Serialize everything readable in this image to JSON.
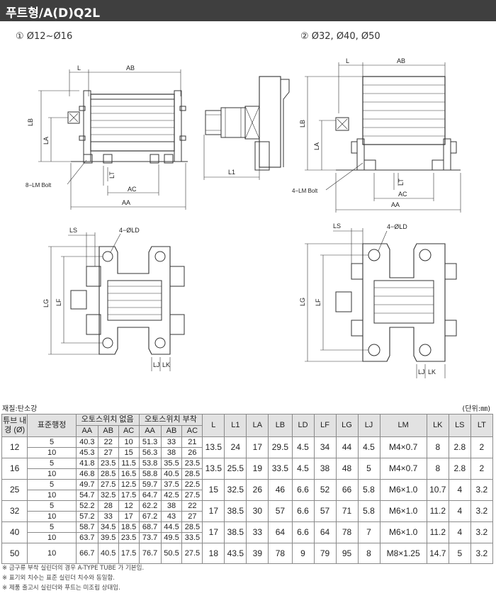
{
  "title": "푸트형/A(D)Q2L",
  "sections": {
    "left": "① Ø12~Ø16",
    "right": "② Ø32, Ø40, Ø50"
  },
  "labels": {
    "L": "L",
    "AB": "AB",
    "LB": "LB",
    "LA": "LA",
    "LT": "LT",
    "AC": "AC",
    "AA": "AA",
    "L1": "L1",
    "LS": "LS",
    "LD": "4−ØLD",
    "LG": "LG",
    "LF": "LF",
    "LJ": "LJ",
    "LK": "LK",
    "bolt_left": "8−LM Bolt",
    "bolt_right": "4−LM Bolt"
  },
  "material": "재질:탄소강",
  "unit": "(단위:㎜)",
  "table": {
    "headers": {
      "tube": "튜브 내경 (Ø)",
      "stroke": "표준행정",
      "no_switch": "오토스위치 없음",
      "with_switch": "오토스위치 부착",
      "AA": "AA",
      "AB": "AB",
      "AC": "AC",
      "cols": [
        "L",
        "L1",
        "LA",
        "LB",
        "LD",
        "LF",
        "LG",
        "LJ",
        "LM",
        "LK",
        "LS",
        "LT"
      ]
    },
    "groups": [
      {
        "bore": "12",
        "rows": [
          [
            "5",
            "40.3",
            "22",
            "10",
            "51.3",
            "33",
            "21"
          ],
          [
            "10",
            "45.3",
            "27",
            "15",
            "56.3",
            "38",
            "26"
          ]
        ],
        "shared": [
          "13.5",
          "24",
          "17",
          "29.5",
          "4.5",
          "34",
          "44",
          "4.5",
          "M4×0.7",
          "8",
          "2.8",
          "2"
        ]
      },
      {
        "bore": "16",
        "rows": [
          [
            "5",
            "41.8",
            "23.5",
            "11.5",
            "53.8",
            "35.5",
            "23.5"
          ],
          [
            "10",
            "46.8",
            "28.5",
            "16.5",
            "58.8",
            "40.5",
            "28.5"
          ]
        ],
        "shared": [
          "13.5",
          "25.5",
          "19",
          "33.5",
          "4.5",
          "38",
          "48",
          "5",
          "M4×0.7",
          "8",
          "2.8",
          "2"
        ]
      },
      {
        "bore": "25",
        "rows": [
          [
            "5",
            "49.7",
            "27.5",
            "12.5",
            "59.7",
            "37.5",
            "22.5"
          ],
          [
            "10",
            "54.7",
            "32.5",
            "17.5",
            "64.7",
            "42.5",
            "27.5"
          ]
        ],
        "shared": [
          "15",
          "32.5",
          "26",
          "46",
          "6.6",
          "52",
          "66",
          "5.8",
          "M6×1.0",
          "10.7",
          "4",
          "3.2"
        ]
      },
      {
        "bore": "32",
        "rows": [
          [
            "5",
            "52.2",
            "28",
            "12",
            "62.2",
            "38",
            "22"
          ],
          [
            "10",
            "57.2",
            "33",
            "17",
            "67.2",
            "43",
            "27"
          ]
        ],
        "shared": [
          "17",
          "38.5",
          "30",
          "57",
          "6.6",
          "57",
          "71",
          "5.8",
          "M6×1.0",
          "11.2",
          "4",
          "3.2"
        ]
      },
      {
        "bore": "40",
        "rows": [
          [
            "5",
            "58.7",
            "34.5",
            "18.5",
            "68.7",
            "44.5",
            "28.5"
          ],
          [
            "10",
            "63.7",
            "39.5",
            "23.5",
            "73.7",
            "49.5",
            "33.5"
          ]
        ],
        "shared": [
          "17",
          "38.5",
          "33",
          "64",
          "6.6",
          "64",
          "78",
          "7",
          "M6×1.0",
          "11.2",
          "4",
          "3.2"
        ]
      },
      {
        "bore": "50",
        "rows": [
          [
            "10",
            "66.7",
            "40.5",
            "17.5",
            "76.7",
            "50.5",
            "27.5"
          ]
        ],
        "shared": [
          "18",
          "43.5",
          "39",
          "78",
          "9",
          "79",
          "95",
          "8",
          "M8×1.25",
          "14.7",
          "5",
          "3.2"
        ]
      }
    ]
  },
  "notes": [
    "※ 금구류 부착 실린더의 경우 A-TYPE TUBE 가 기본임.",
    "※ 표기외 치수는 표준 실린더 치수와 동일함.",
    "※ 제품 출고시 실린더와 푸트는 미조립 상태임."
  ]
}
